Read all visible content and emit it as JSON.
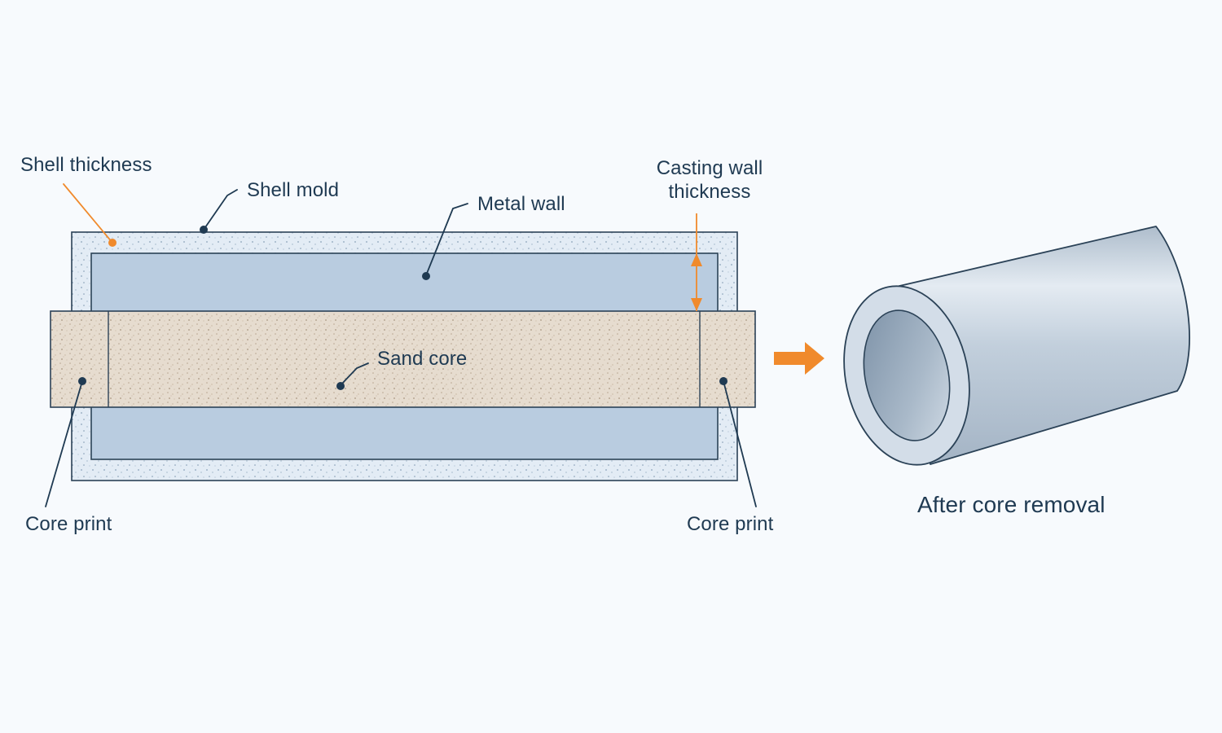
{
  "labels": {
    "shell_thickness": "Shell thickness",
    "shell_mold": "Shell mold",
    "metal_wall": "Metal wall",
    "casting_wall_thickness_line1": "Casting wall",
    "casting_wall_thickness_line2": "thickness",
    "sand_core": "Sand core",
    "core_print_left": "Core print",
    "core_print_right": "Core print",
    "after_core_removal": "After core removal"
  },
  "colors": {
    "background": "#f7fafd",
    "shell_mold": "#dde8f2",
    "metal_wall": "#b9cce0",
    "sand_core": "#e5d9cb",
    "outline": "#2b4257",
    "accent": "#f08a2c",
    "label_text": "#1f3a52",
    "pipe_body": "#c4d1de",
    "pipe_inner": "#8fa3b8"
  },
  "icons": [
    "orange-process-arrow",
    "double-headed-dimension-arrow"
  ]
}
